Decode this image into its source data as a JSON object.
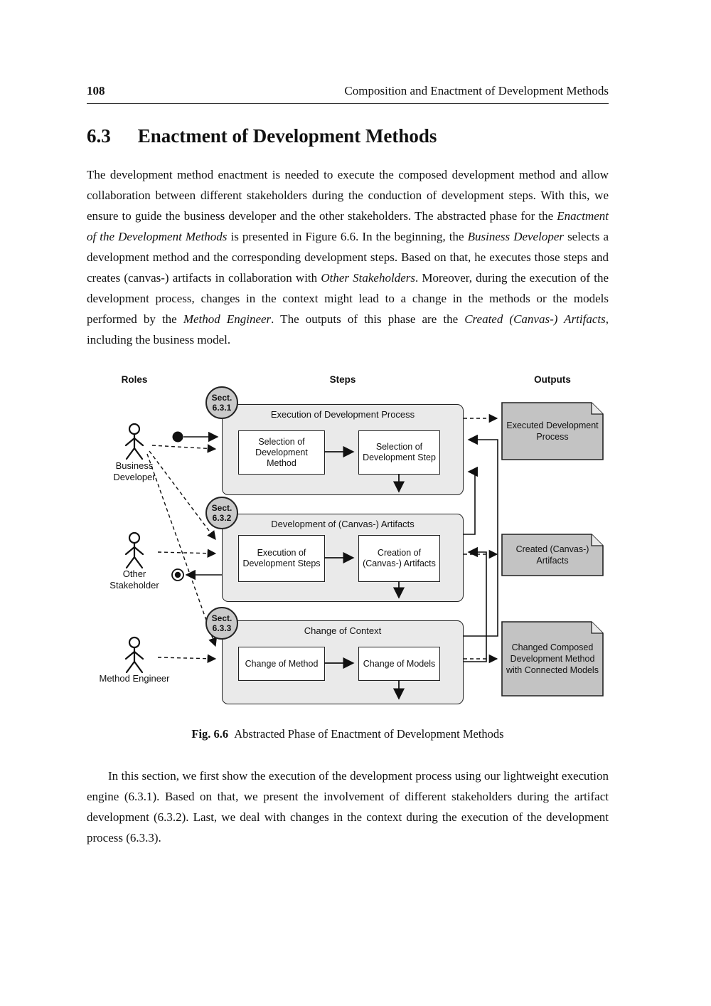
{
  "page": {
    "page_number": "108",
    "running_title": "Composition and Enactment of Development Methods"
  },
  "section": {
    "number": "6.3",
    "title": "Enactment of Development Methods"
  },
  "intro_paragraph": {
    "segments": [
      {
        "text": "The development method enactment is needed to execute the composed development method and allow collaboration between different stakeholders during the conduction of development steps. With this, we ensure to guide the business developer and the other stakeholders. The abstracted phase for the ",
        "italic": false
      },
      {
        "text": "Enactment of the Development Methods",
        "italic": true
      },
      {
        "text": " is presented in Figure 6.6. In the beginning, the ",
        "italic": false
      },
      {
        "text": "Business Developer",
        "italic": true
      },
      {
        "text": " selects a development method and the corresponding development steps. Based on that, he executes those steps and creates (canvas-) artifacts in collaboration with ",
        "italic": false
      },
      {
        "text": "Other Stakeholders",
        "italic": true
      },
      {
        "text": ". Moreover, during the execution of the development process, changes in the context might lead to a change in the methods or the models performed by the ",
        "italic": false
      },
      {
        "text": "Method Engineer",
        "italic": true
      },
      {
        "text": ". The outputs of this phase are the ",
        "italic": false
      },
      {
        "text": "Created (Canvas-) Artifacts",
        "italic": true
      },
      {
        "text": ", including the business model.",
        "italic": false
      }
    ]
  },
  "figure": {
    "column_headers": {
      "roles": "Roles",
      "steps": "Steps",
      "outputs": "Outputs"
    },
    "roles": [
      {
        "label": "Business Developer"
      },
      {
        "label": "Other Stakeholder"
      },
      {
        "label": "Method Engineer"
      }
    ],
    "frames": [
      {
        "badge_top": "Sect.",
        "badge_num": "6.3.1",
        "title": "Execution of Development Process",
        "left_box": "Selection of Development Method",
        "right_box": "Selection of Development Step"
      },
      {
        "badge_top": "Sect.",
        "badge_num": "6.3.2",
        "title": "Development of (Canvas-) Artifacts",
        "left_box": "Execution of Development Steps",
        "right_box": "Creation of (Canvas-) Artifacts"
      },
      {
        "badge_top": "Sect.",
        "badge_num": "6.3.3",
        "title": "Change of Context",
        "left_box": "Change of Method",
        "right_box": "Change of Models"
      }
    ],
    "outputs": [
      {
        "label": "Executed Development Process"
      },
      {
        "label": "Created (Canvas-) Artifacts"
      },
      {
        "label": "Changed Composed Development Method with Connected Models"
      }
    ],
    "caption_label": "Fig. 6.6",
    "caption_text": "Abstracted Phase of Enactment of Development Methods"
  },
  "closing_paragraph": {
    "text": "In this section, we first show the execution of the development process using our lightweight execution engine (6.3.1). Based on that, we present the involvement of different stakeholders during the artifact development (6.3.2). Last, we deal with changes in the context during the execution of the development process (6.3.3)."
  },
  "colors": {
    "frame_fill": "#eaeaea",
    "inner_box_fill": "#ffffff",
    "badge_fill": "#c9c9c9",
    "document_fill": "#c3c3c3",
    "line": "#111111",
    "text": "#111111"
  }
}
